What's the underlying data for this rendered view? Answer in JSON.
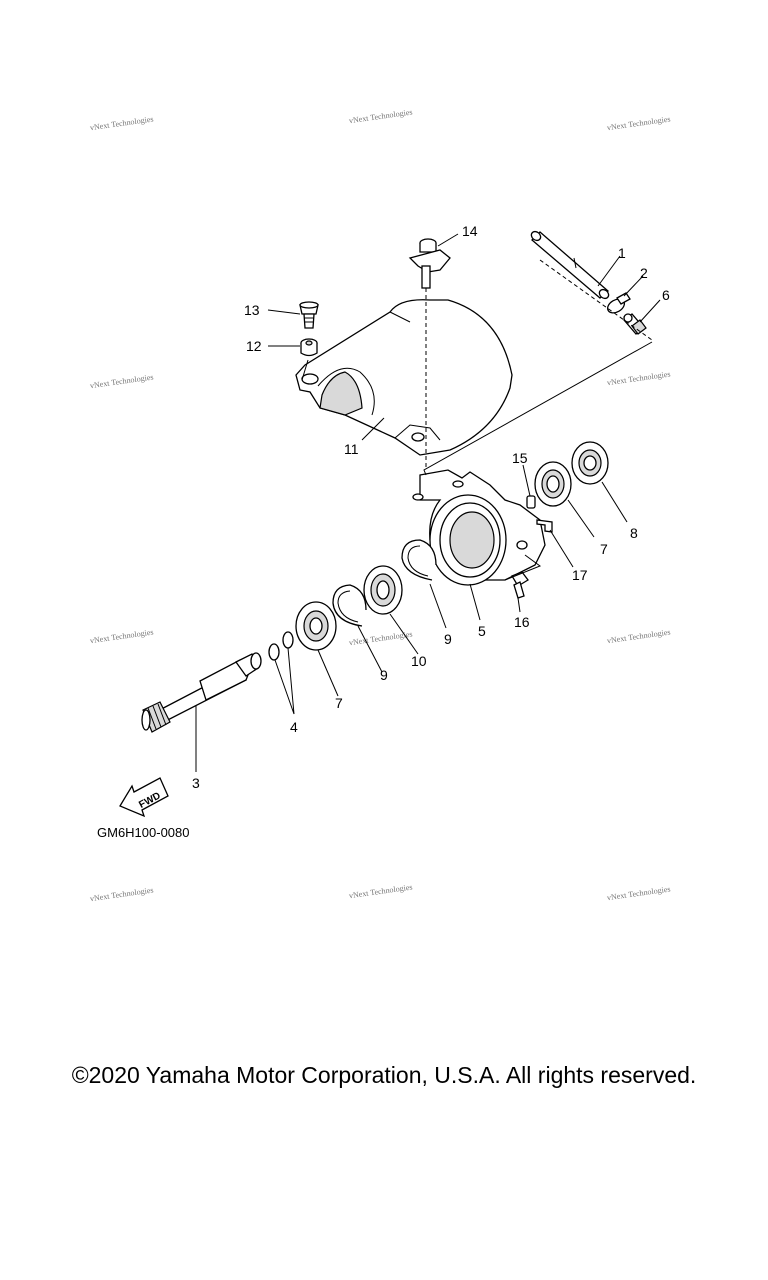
{
  "watermark": {
    "text": "vNext Technologies"
  },
  "callouts": {
    "p1": "1",
    "p2": "2",
    "p3": "3",
    "p4": "4",
    "p5": "5",
    "p6": "6",
    "p7a": "7",
    "p7b": "7",
    "p8": "8",
    "p9a": "9",
    "p9b": "9",
    "p10": "10",
    "p11": "11",
    "p12": "12",
    "p13": "13",
    "p14": "14",
    "p15": "15",
    "p16": "16",
    "p17": "17"
  },
  "fwd_label": "FWD",
  "diagram_code": "GM6H100-0080",
  "copyright": "©2020 Yamaha Motor Corporation, U.S.A. All rights reserved."
}
